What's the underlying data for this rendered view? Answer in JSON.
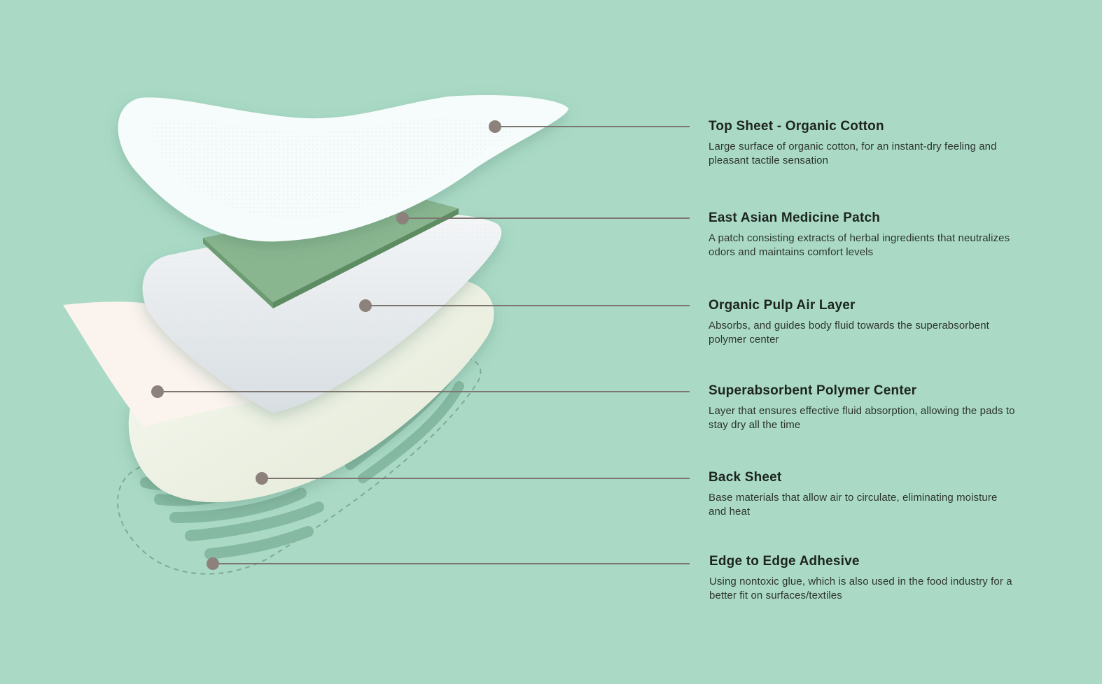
{
  "palette": {
    "background": "#aadac6",
    "leader_line": "#7d7670",
    "dot": "#8c827b",
    "top_sheet": "#f5fcfb",
    "medicine_patch": "#7fae84",
    "pulp_layer": "#eef2f4",
    "polymer_sheet": "#fbf3ee",
    "back_sheet": "#f4f7ea",
    "adhesive_strip": "#7fb39d"
  },
  "layers": [
    {
      "title": "Top Sheet - Organic Cotton",
      "description": "Large surface of organic cotton, for an instant-dry feeling and pleasant tactile sensation"
    },
    {
      "title": "East Asian Medicine Patch",
      "description": "A patch consisting extracts of herbal ingredients that neutralizes odors and maintains comfort levels"
    },
    {
      "title": "Organic Pulp Air Layer",
      "description": "Absorbs, and guides body fluid towards the superabsorbent polymer center"
    },
    {
      "title": "Superabsorbent Polymer Center",
      "description": "Layer that ensures effective fluid absorption, allowing the pads to stay dry all the time"
    },
    {
      "title": "Back Sheet",
      "description": "Base materials that allow air to circulate, eliminating moisture and heat"
    },
    {
      "title": "Edge to Edge Adhesive",
      "description": "Using nontoxic glue, which is also used in the food industry for a better fit on surfaces/textiles"
    }
  ]
}
